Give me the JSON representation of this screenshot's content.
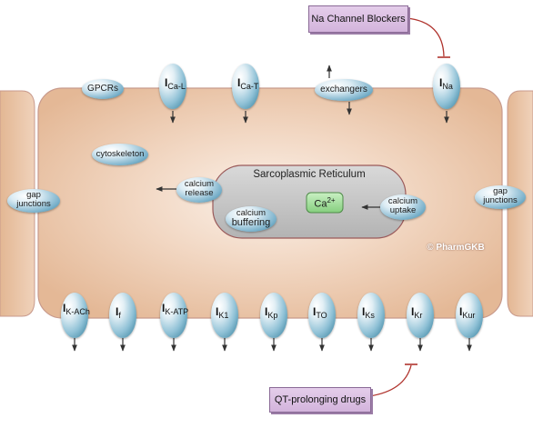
{
  "labels": {
    "na_blockers": "Na Channel Blockers",
    "qt_drugs": "QT-prolonging drugs",
    "sr": "Sarcoplasmic Reticulum",
    "ca": "Ca",
    "ca_charge": "2+",
    "gpcrs": "GPCRs",
    "exchangers": "exchangers",
    "cytoskeleton": "cytoskeleton",
    "calcium_release_1": "calcium",
    "calcium_release_2": "release",
    "calcium_buffering_1": "calcium",
    "calcium_buffering_2": "buffering",
    "calcium_uptake_1": "calcium",
    "calcium_uptake_2": "uptake",
    "gap_left_1": "gap",
    "gap_left_2": "junctions",
    "gap_right_1": "gap",
    "gap_right_2": "junctions",
    "watermark": "© PharmGKB"
  },
  "channels_top": [
    {
      "letter": "I",
      "sub": "Ca-L"
    },
    {
      "letter": "I",
      "sub": "Ca-T"
    },
    {
      "letter": "I",
      "sub": "Na"
    }
  ],
  "channels_bottom": [
    {
      "letter": "I",
      "sub": "K-ACh"
    },
    {
      "letter": "I",
      "sub": "f"
    },
    {
      "letter": "I",
      "sub": "K-ATP"
    },
    {
      "letter": "I",
      "sub": "K1"
    },
    {
      "letter": "I",
      "sub": "Kp"
    },
    {
      "letter": "I",
      "sub": "TO"
    },
    {
      "letter": "I",
      "sub": "Ks"
    },
    {
      "letter": "I",
      "sub": "Kr"
    },
    {
      "letter": "I",
      "sub": "Kur"
    }
  ],
  "colors": {
    "cell": "#e9c6a6",
    "cell_center": "#f7e6d8",
    "cell_border": "#c89a8c",
    "channel_dark": "#2b7896",
    "drug_box": "#d8bde0",
    "inhibition": "#b0342e",
    "sr_fill": "#bdbdbd",
    "ca_fill": "#9fdc9a"
  }
}
